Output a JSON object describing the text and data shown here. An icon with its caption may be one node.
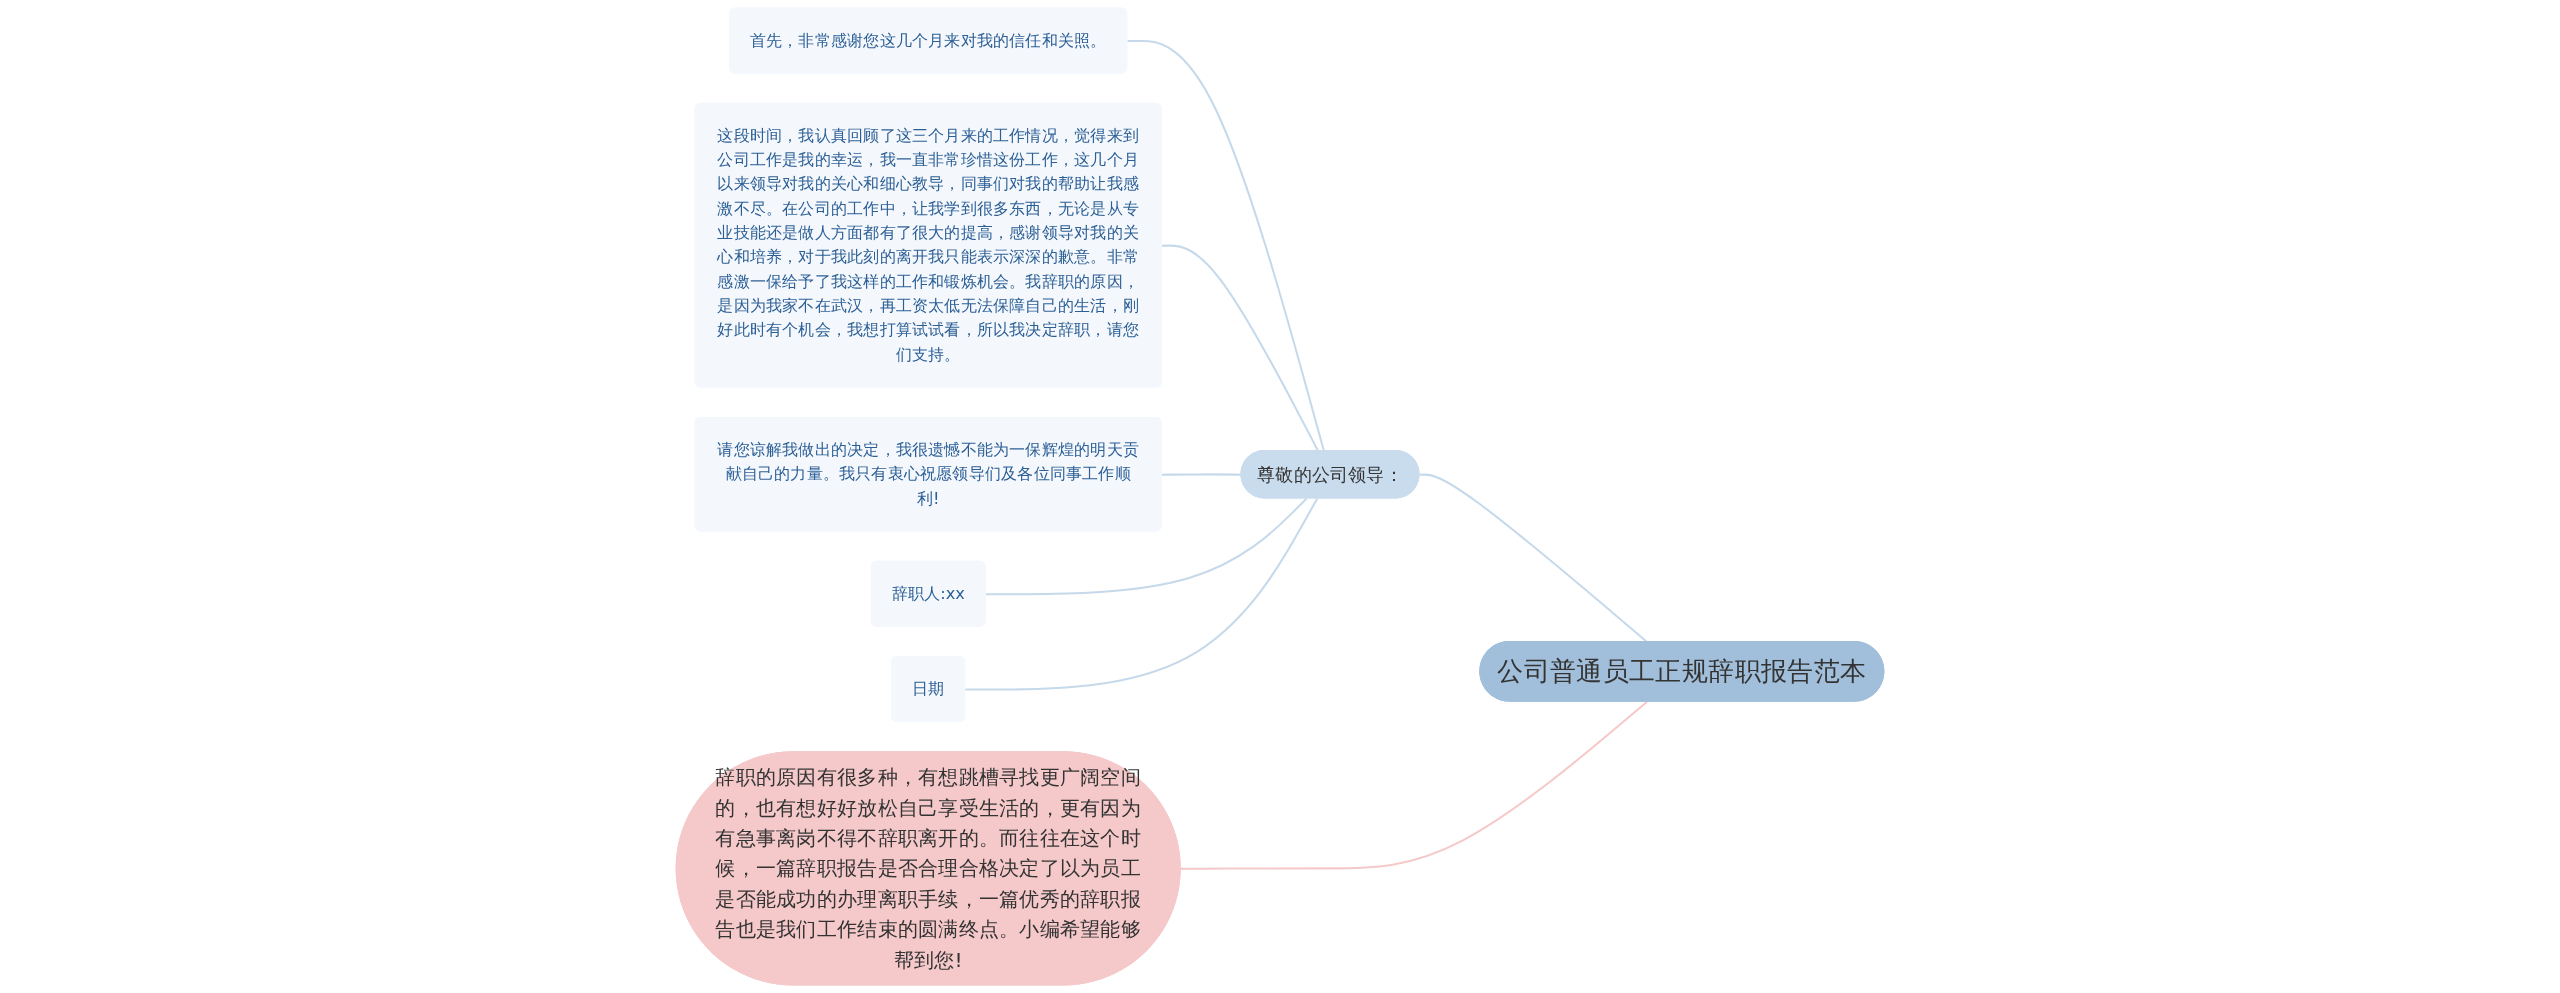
{
  "diagram": {
    "nodes": [
      {
        "text": [
          "公司普通员工正规辞职报告范本"
        ]
      },
      {
        "text": [
          "尊敬的公司领导："
        ]
      },
      {
        "text": [
          "首先，非常感谢您这几个月来对我的信任和关照。"
        ]
      },
      {
        "text": [
          "这段时间，我认真回顾了这三个月来的工作情况，觉得来到公司工作是我的幸运，我一直非常珍惜这份工作，这几个月以来领导对我的关心和细心教导，同事们对我的帮助让我感激不尽。在公司的工作中，让我学到很多东西，无论是从专业技能还是做人方面都有了很大的提高，感谢领导对我的关心和培养，对于我此刻的离开我只能表示深深的歉意。非常感激一保给予了我这样的工作和锻炼机会。我辞职的原因，是因为我家不在武汉，再工资太低无法保障自己的生活，刚好此时有个机会，我想打算试试看，所以我决定辞职，请您们支持。"
        ]
      },
      {
        "text": [
          "请您谅解我做出的决定，我很遗憾不能为一保辉煌的明天贡献自己的力量。我只有衷心祝愿领导们及各位同事工作顺利!"
        ]
      },
      {
        "text": [
          "辞职人:xx"
        ]
      },
      {
        "text": [
          "日期"
        ]
      },
      {
        "text": [
          "辞职的原因有很多种，有想跳槽寻找更广阔空间的，也有想好好放松自己享受生活的，更有因为有急事离岗不得不辞职离开的。而往往在这个时候，一篇辞职报告是否合理合格决定了以为员工是否能成功的办理离职手续，一篇优秀的辞职报告也是我们工作结束的圆满终点。小编希望能够帮到您!"
        ]
      }
    ],
    "edges": [
      {
        "from": 0,
        "to": 1,
        "arrow": "none"
      },
      {
        "from": 1,
        "to": 2,
        "arrow": "none"
      },
      {
        "from": 1,
        "to": 3,
        "arrow": "none"
      },
      {
        "from": 1,
        "to": 4,
        "arrow": "none"
      },
      {
        "from": 1,
        "to": 5,
        "arrow": "none"
      },
      {
        "from": 1,
        "to": 6,
        "arrow": "none"
      },
      {
        "from": 0,
        "to": 7,
        "arrow": "none",
        "color": "#f5c9ca"
      }
    ]
  }
}
